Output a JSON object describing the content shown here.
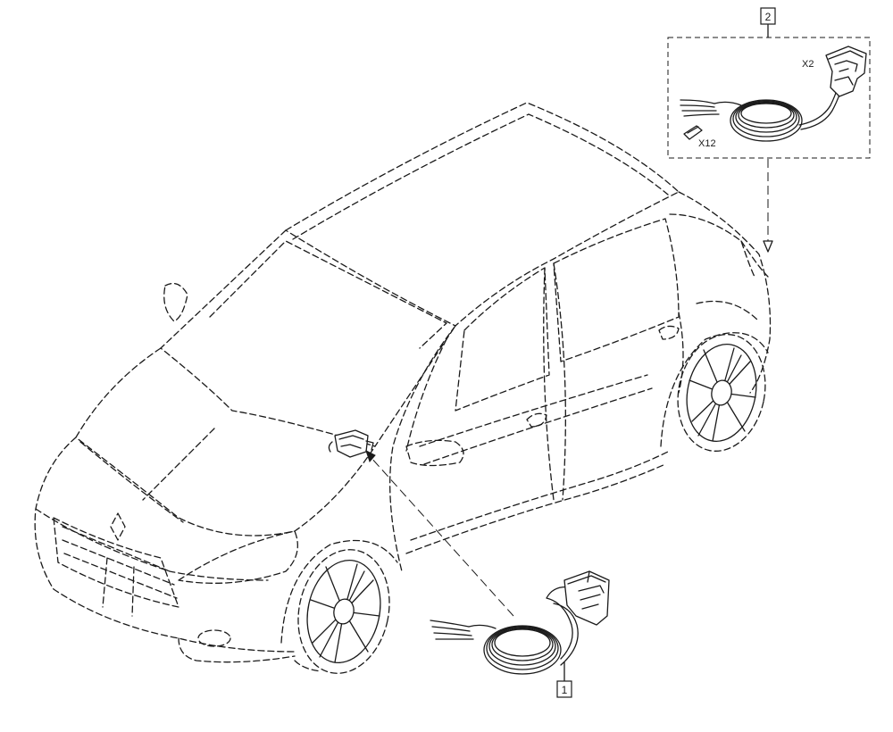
{
  "callouts": [
    {
      "id": "1",
      "label": "1"
    },
    {
      "id": "2",
      "label": "2"
    }
  ],
  "connectors": {
    "x2": "X2",
    "x12": "X12"
  }
}
